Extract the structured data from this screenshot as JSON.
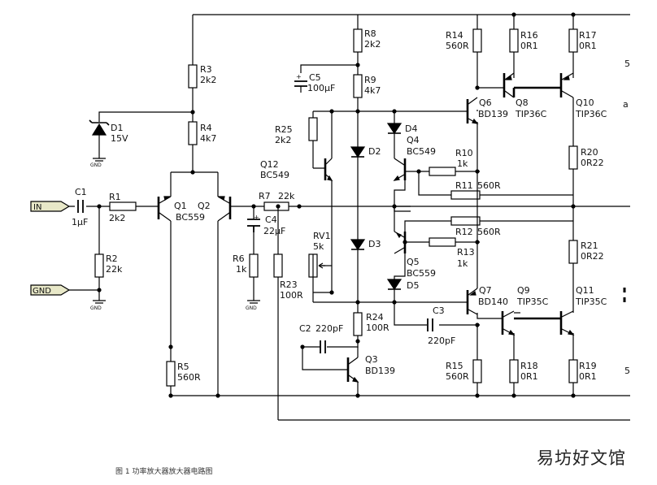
{
  "caption": "图 1 功率放大器放大器电路图",
  "watermark": "易坊好文馆",
  "ports": {
    "in": "IN",
    "gnd": "GND"
  },
  "gnd_label": "GND",
  "edge_labels": [
    "5",
    "a",
    "5"
  ],
  "components": {
    "c1": {
      "name": "C1",
      "value": "1µF"
    },
    "r1": {
      "name": "R1",
      "value": "2k2"
    },
    "r2": {
      "name": "R2",
      "value": "22k"
    },
    "d1": {
      "name": "D1",
      "value": "15V"
    },
    "r3": {
      "name": "R3",
      "value": "2k2"
    },
    "r4": {
      "name": "R4",
      "value": "4k7"
    },
    "q1": {
      "name": "Q1"
    },
    "q2": {
      "name": "Q2",
      "value": "BC559"
    },
    "r5": {
      "name": "R5",
      "value": "560R"
    },
    "r7": {
      "name": "R7",
      "value": "22k"
    },
    "c4": {
      "name": "C4",
      "value": "22µF"
    },
    "r6": {
      "name": "R6",
      "value": "1k"
    },
    "r23": {
      "name": "R23",
      "value": "100R"
    },
    "c2": {
      "name": "C2",
      "value": "220pF"
    },
    "q3": {
      "name": "Q3",
      "value": "BD139"
    },
    "r25": {
      "name": "R25",
      "value": "2k2"
    },
    "q12": {
      "name": "Q12",
      "value": "BC549"
    },
    "rv1": {
      "name": "RV1",
      "value": "5k"
    },
    "c5": {
      "name": "C5",
      "value": "100µF"
    },
    "r8": {
      "name": "R8",
      "value": "2k2"
    },
    "r9": {
      "name": "R9",
      "value": "4k7"
    },
    "d2": {
      "name": "D2"
    },
    "d3": {
      "name": "D3"
    },
    "r24": {
      "name": "R24",
      "value": "100R"
    },
    "d4": {
      "name": "D4"
    },
    "q4": {
      "name": "Q4",
      "value": "BC549"
    },
    "r10": {
      "name": "R10",
      "value": "1k"
    },
    "r11": {
      "name": "R11",
      "value": "560R"
    },
    "r12": {
      "name": "R12",
      "value": "560R"
    },
    "r13": {
      "name": "R13",
      "value": "1k"
    },
    "q5": {
      "name": "Q5",
      "value": "BC559"
    },
    "d5": {
      "name": "D5"
    },
    "c3": {
      "name": "C3",
      "value": "220pF"
    },
    "r14": {
      "name": "R14",
      "value": "560R"
    },
    "q6": {
      "name": "Q6",
      "value": "BD139"
    },
    "r16": {
      "name": "R16",
      "value": "0R1"
    },
    "q8": {
      "name": "Q8",
      "value": "TIP36C"
    },
    "r17": {
      "name": "R17",
      "value": "0R1"
    },
    "q10": {
      "name": "Q10",
      "value": "TIP36C"
    },
    "r20": {
      "name": "R20",
      "value": "0R22"
    },
    "r21": {
      "name": "R21",
      "value": "0R22"
    },
    "q7": {
      "name": "Q7",
      "value": "BD140"
    },
    "q9": {
      "name": "Q9",
      "value": "TIP35C"
    },
    "q11": {
      "name": "Q11",
      "value": "TIP35C"
    },
    "r15": {
      "name": "R15",
      "value": "560R"
    },
    "r18": {
      "name": "R18",
      "value": "0R1"
    },
    "r19": {
      "name": "R19",
      "value": "0R1"
    }
  }
}
